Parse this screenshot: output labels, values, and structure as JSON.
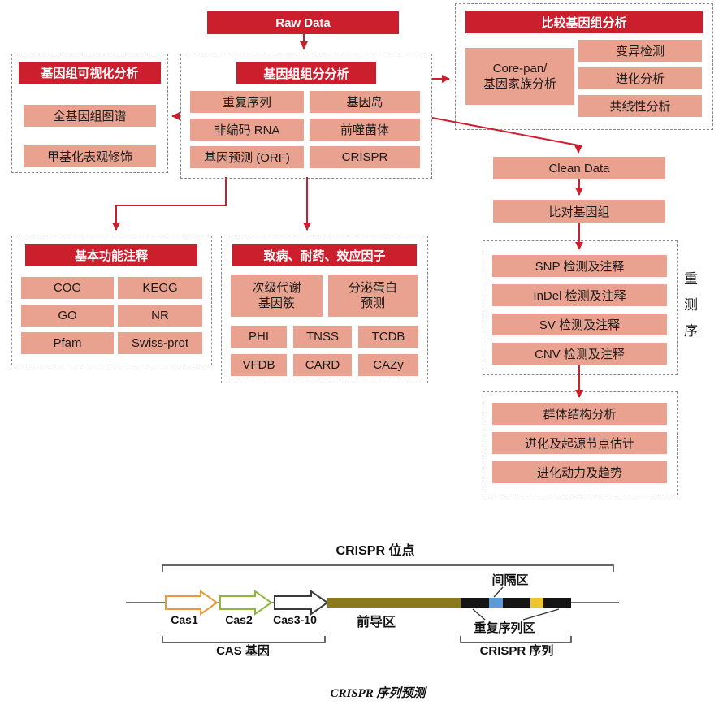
{
  "colors": {
    "red": "#cb1f2e",
    "salmon": "#e9a28f",
    "olive": "#8a791d",
    "blue_segment": "#5b9bd5",
    "yellow_segment": "#eec52f",
    "black_segment": "#151515",
    "cas1_stroke": "#e59a3c",
    "cas2_stroke": "#8fb73e",
    "cas3_stroke": "#3a3a3a"
  },
  "flowchart": {
    "raw_data": "Raw Data",
    "visualization": {
      "title": "基因组可视化分析",
      "items": [
        "全基因组图谱",
        "甲基化表观修饰"
      ]
    },
    "component": {
      "title": "基因组组分分析",
      "items": [
        "重复序列",
        "基因岛",
        "非编码 RNA",
        "前噬菌体",
        "基因预测 (ORF)",
        "CRISPR"
      ]
    },
    "comparative": {
      "title": "比较基因组分析",
      "core_pan_line1": "Core-pan/",
      "core_pan_line2": "基因家族分析",
      "items": [
        "变异检测",
        "进化分析",
        "共线性分析"
      ]
    },
    "annotation": {
      "title": "基本功能注释",
      "items": [
        "COG",
        "KEGG",
        "GO",
        "NR",
        "Pfam",
        "Swiss-prot"
      ]
    },
    "pathogenic": {
      "title": "致病、耐药、效应因子",
      "big_items": [
        {
          "line1": "次级代谢",
          "line2": "基因簇"
        },
        {
          "line1": "分泌蛋白",
          "line2": "预测"
        }
      ],
      "items": [
        "PHI",
        "TNSS",
        "TCDB",
        "VFDB",
        "CARD",
        "CAZy"
      ]
    },
    "resequencing": {
      "clean_data": "Clean Data",
      "align": "比对基因组",
      "detections": [
        "SNP 检测及注释",
        "InDel 检测及注释",
        "SV 检测及注释",
        "CNV 检测及注释"
      ],
      "side_label": "重测序",
      "population": [
        "群体结构分析",
        "进化及起源节点估计",
        "进化动力及趋势"
      ]
    }
  },
  "crispr": {
    "locus_label": "CRISPR 位点",
    "spacer_label": "间隔区",
    "leader_label": "前导区",
    "repeat_label": "重复序列区",
    "sequence_label": "CRISPR 序列",
    "cas_gene_label": "CAS 基因",
    "cas_genes": [
      "Cas1",
      "Cas2",
      "Cas3-10"
    ],
    "caption": "CRISPR 序列预测"
  }
}
